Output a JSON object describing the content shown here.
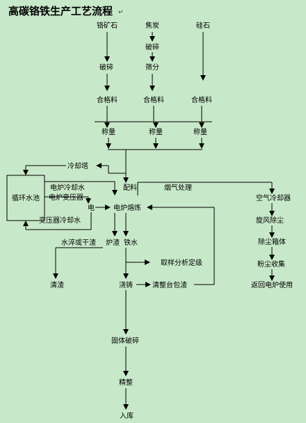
{
  "title": "高碳铬铁生产工艺流程",
  "nodes": {
    "chrome_ore": "铬矿石",
    "coke": "焦炭",
    "coke_crush": "破碎",
    "silica": "硅石",
    "ore_crush": "破碎",
    "coke_screen": "筛分",
    "qualified_1": "合格料",
    "qualified_2": "合格料",
    "qualified_3": "合格料",
    "weigh_1": "称量",
    "weigh_2": "称量",
    "weigh_3": "称量",
    "cooling_tower": "冷却塔",
    "circulating_pool": "循环水池",
    "batching": "配料",
    "gas_treatment": "烟气处理",
    "furnace_cooling_water": "电炉冷却水",
    "furnace_transformer": "电炉变压器",
    "electricity": "电",
    "transformer_cooling_water": "变压器冷却水",
    "smelting": "电炉熔炼",
    "air_cooler": "空气冷却器",
    "cyclone": "旋风除尘",
    "baghouse": "除尘箱体",
    "dust_collect": "粉尘收集",
    "return_furnace": "返回电炉使用",
    "water_quench": "水淬或干渣",
    "furnace_slag": "炉渣",
    "molten_iron": "铁水",
    "clean_slag": "清渣",
    "sampling": "取样分析定级",
    "casting": "浇铸",
    "slag_clean": "清整台包渣",
    "crushing": "固体破碎",
    "finishing": "精整",
    "storage": "入库"
  },
  "colors": {
    "background": "#c8e9c9",
    "line": "#000000"
  }
}
